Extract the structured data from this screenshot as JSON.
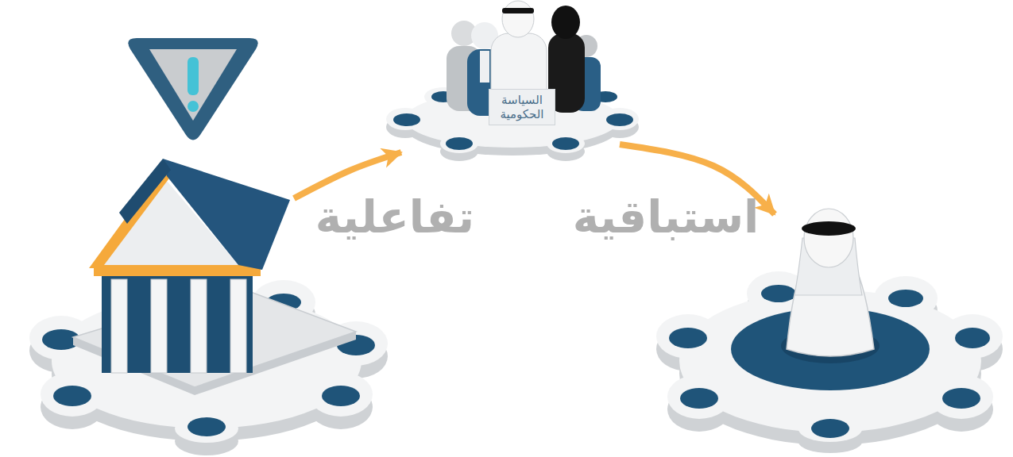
{
  "diagram": {
    "nodes": [
      {
        "text": []
      },
      {
        "text": [
          "السياسة الحكومية"
        ]
      },
      {
        "text": []
      }
    ],
    "edges": [
      {
        "from": 0,
        "to": 1,
        "arrow": "to",
        "label": "تفاعلية"
      },
      {
        "from": 1,
        "to": 2,
        "arrow": "to",
        "label": "استباقية"
      }
    ]
  }
}
